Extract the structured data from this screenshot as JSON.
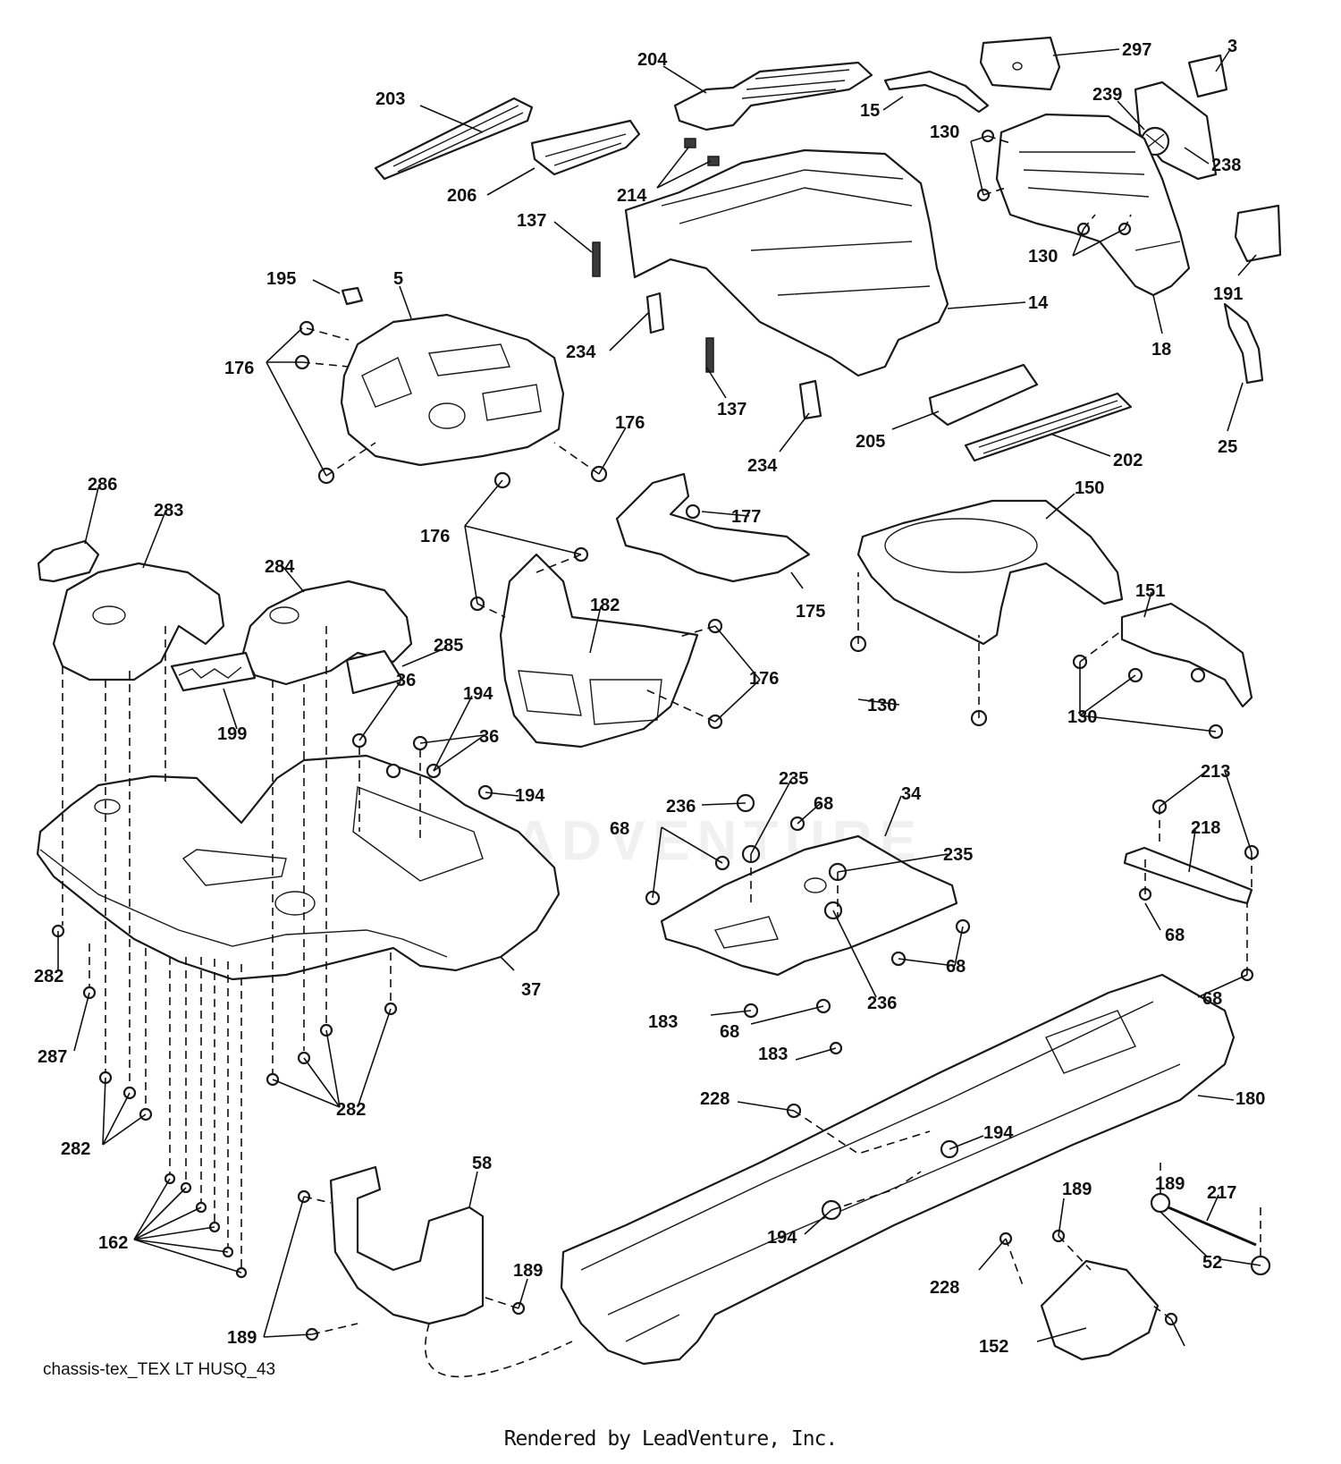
{
  "caption": "chassis-tex_TEX LT HUSQ_43",
  "render_credit": "Rendered by LeadVenture, Inc.",
  "watermark": "LEADVENTURE",
  "callouts": [
    {
      "id": "c203",
      "label": "203"
    },
    {
      "id": "c204",
      "label": "204"
    },
    {
      "id": "c297",
      "label": "297"
    },
    {
      "id": "c3",
      "label": "3"
    },
    {
      "id": "c15",
      "label": "15"
    },
    {
      "id": "c239",
      "label": "239"
    },
    {
      "id": "c130a",
      "label": "130"
    },
    {
      "id": "c238",
      "label": "238"
    },
    {
      "id": "c206",
      "label": "206"
    },
    {
      "id": "c214",
      "label": "214"
    },
    {
      "id": "c137a",
      "label": "137"
    },
    {
      "id": "c130b",
      "label": "130"
    },
    {
      "id": "c195",
      "label": "195"
    },
    {
      "id": "c5",
      "label": "5"
    },
    {
      "id": "c191",
      "label": "191"
    },
    {
      "id": "c14",
      "label": "14"
    },
    {
      "id": "c176a",
      "label": "176"
    },
    {
      "id": "c234a",
      "label": "234"
    },
    {
      "id": "c18",
      "label": "18"
    },
    {
      "id": "c137b",
      "label": "137"
    },
    {
      "id": "c176b",
      "label": "176"
    },
    {
      "id": "c205",
      "label": "205"
    },
    {
      "id": "c25",
      "label": "25"
    },
    {
      "id": "c234b",
      "label": "234"
    },
    {
      "id": "c202",
      "label": "202"
    },
    {
      "id": "c286",
      "label": "286"
    },
    {
      "id": "c150",
      "label": "150"
    },
    {
      "id": "c283",
      "label": "283"
    },
    {
      "id": "c177",
      "label": "177"
    },
    {
      "id": "c176c",
      "label": "176"
    },
    {
      "id": "c284",
      "label": "284"
    },
    {
      "id": "c182",
      "label": "182"
    },
    {
      "id": "c151",
      "label": "151"
    },
    {
      "id": "c175",
      "label": "175"
    },
    {
      "id": "c285",
      "label": "285"
    },
    {
      "id": "c176d",
      "label": "176"
    },
    {
      "id": "c194a",
      "label": "194"
    },
    {
      "id": "c36a",
      "label": "36"
    },
    {
      "id": "c130c",
      "label": "130"
    },
    {
      "id": "c130d",
      "label": "130"
    },
    {
      "id": "c199",
      "label": "199"
    },
    {
      "id": "c36b",
      "label": "36"
    },
    {
      "id": "c213",
      "label": "213"
    },
    {
      "id": "c235a",
      "label": "235"
    },
    {
      "id": "c194b",
      "label": "194"
    },
    {
      "id": "c34",
      "label": "34"
    },
    {
      "id": "c68a",
      "label": "68"
    },
    {
      "id": "c236a",
      "label": "236"
    },
    {
      "id": "c218",
      "label": "218"
    },
    {
      "id": "c68b",
      "label": "68"
    },
    {
      "id": "c235b",
      "label": "235"
    },
    {
      "id": "c68c",
      "label": "68"
    },
    {
      "id": "c282a",
      "label": "282"
    },
    {
      "id": "c68d",
      "label": "68"
    },
    {
      "id": "c37",
      "label": "37"
    },
    {
      "id": "c68e",
      "label": "68"
    },
    {
      "id": "c236b",
      "label": "236"
    },
    {
      "id": "c183a",
      "label": "183"
    },
    {
      "id": "c68f",
      "label": "68"
    },
    {
      "id": "c287",
      "label": "287"
    },
    {
      "id": "c183b",
      "label": "183"
    },
    {
      "id": "c228a",
      "label": "228"
    },
    {
      "id": "c180",
      "label": "180"
    },
    {
      "id": "c282b",
      "label": "282"
    },
    {
      "id": "c194c",
      "label": "194"
    },
    {
      "id": "c282c",
      "label": "282"
    },
    {
      "id": "c58",
      "label": "58"
    },
    {
      "id": "c189a",
      "label": "189"
    },
    {
      "id": "c217",
      "label": "217"
    },
    {
      "id": "c162",
      "label": "162"
    },
    {
      "id": "c194d",
      "label": "194"
    },
    {
      "id": "c189b",
      "label": "189"
    },
    {
      "id": "c52",
      "label": "52"
    },
    {
      "id": "c228b",
      "label": "228"
    },
    {
      "id": "c189c",
      "label": "189"
    },
    {
      "id": "c152",
      "label": "152"
    },
    {
      "id": "c189d",
      "label": "189"
    }
  ]
}
